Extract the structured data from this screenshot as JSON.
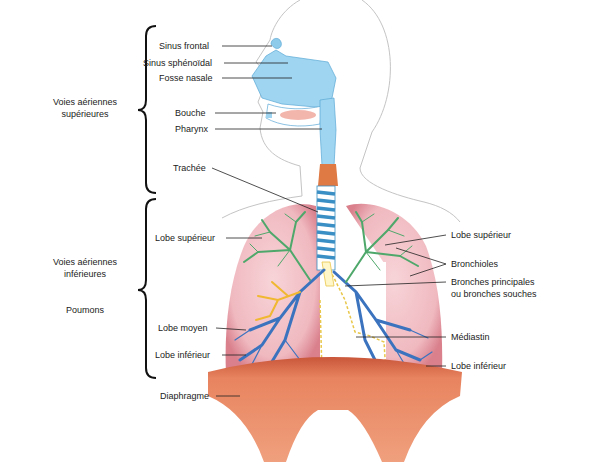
{
  "diagram": {
    "labels": [
      "Sinus frontal",
      "Sinus sphénoïdal",
      "Fosse nasale",
      "Bouche",
      "Pharynx",
      "Trachée",
      "Lobe supérieur",
      "Lobe moyen",
      "Lobe inférieur",
      "Diaphragme",
      "Lobe supérieur",
      "Bronchioles",
      "Bronches principales ou bronches souches",
      "Médiastin",
      "Lobe inférieur",
      "Voies aériennes supérieures",
      "Voies aériennes inférieures",
      "Poumons"
    ]
  }
}
